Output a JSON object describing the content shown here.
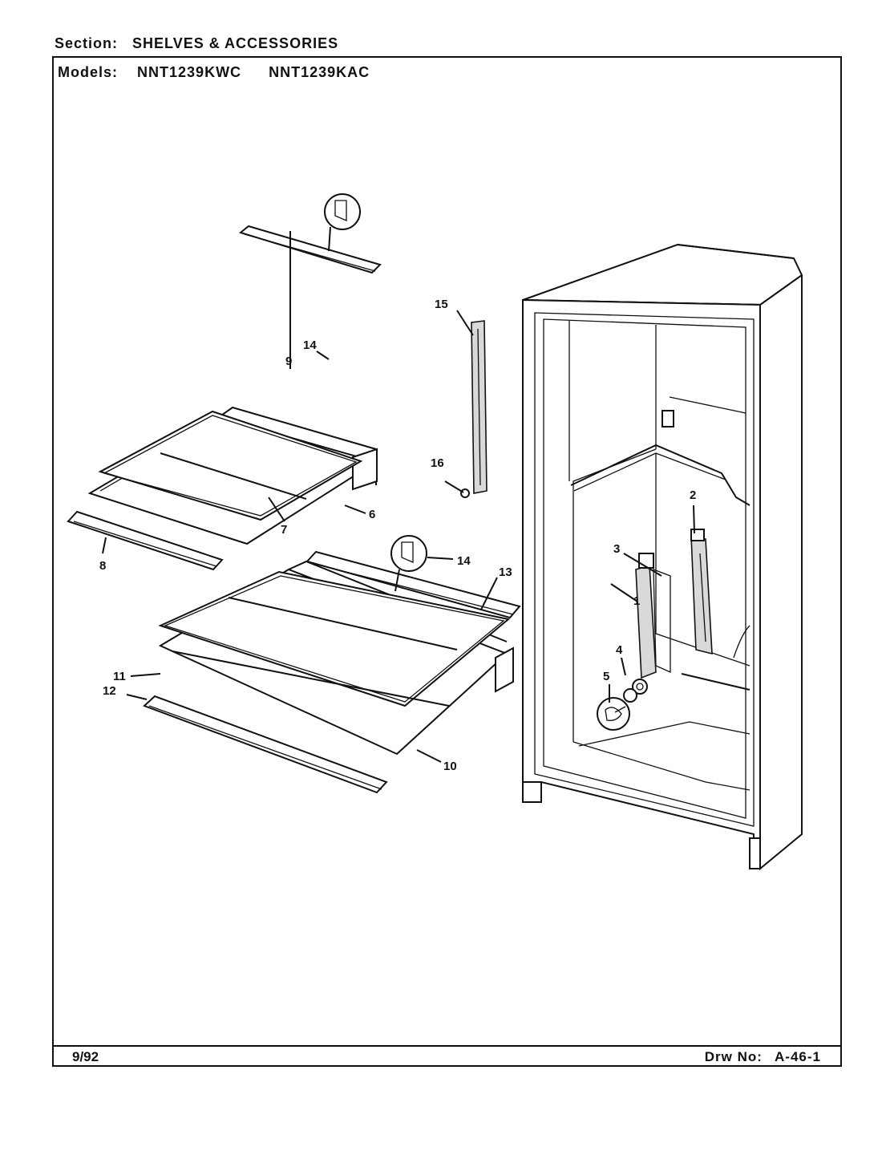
{
  "header": {
    "section_label": "Section:",
    "section_value": "SHELVES & ACCESSORIES",
    "models_label": "Models:",
    "models": [
      "NNT1239KWC",
      "NNT1239KAC"
    ]
  },
  "footer": {
    "date": "9/92",
    "drawing_label": "Drw No:",
    "drawing_number": "A-46-1"
  },
  "callouts": [
    "1",
    "2",
    "3",
    "4",
    "5",
    "6",
    "7",
    "8",
    "9",
    "10",
    "11",
    "12",
    "13",
    "14",
    "14",
    "15",
    "16"
  ]
}
